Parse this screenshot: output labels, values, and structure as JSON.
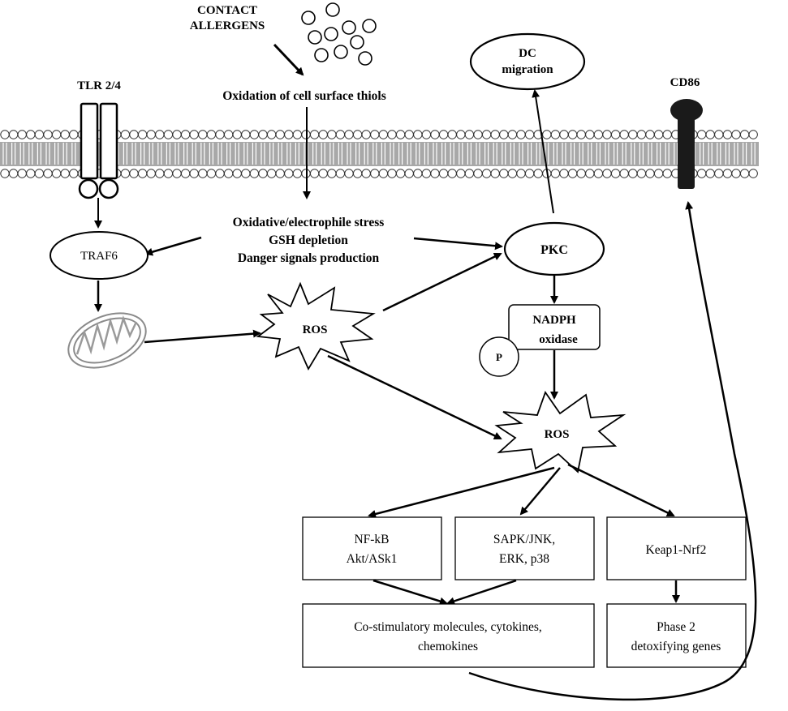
{
  "labels": {
    "contact_allergens_line1": "CONTACT",
    "contact_allergens_line2": "ALLERGENS",
    "oxidation": "Oxidation of cell surface thiols",
    "tlr": "TLR 2/4",
    "dc_migration_line1": "DC",
    "dc_migration_line2": "migration",
    "cd86": "CD86",
    "stress_line1": "Oxidative/electrophile stress",
    "stress_line2": "GSH depletion",
    "stress_line3": "Danger signals production",
    "traf6": "TRAF6",
    "pkc": "PKC",
    "ros_left": "ROS",
    "nadph_line1": "NADPH",
    "nadph_line2": "oxidase",
    "phospho": "P",
    "ros_center": "ROS",
    "nfkb_line1": "NF-kB",
    "nfkb_line2": "Akt/ASk1",
    "sapk_line1": "SAPK/JNK,",
    "sapk_line2": "ERK, p38",
    "keap": "Keap1-Nrf2",
    "costim_line1": "Co-stimulatory molecules, cytokines,",
    "costim_line2": "chemokines",
    "phase2_line1": "Phase 2",
    "phase2_line2": "detoxifying genes"
  }
}
